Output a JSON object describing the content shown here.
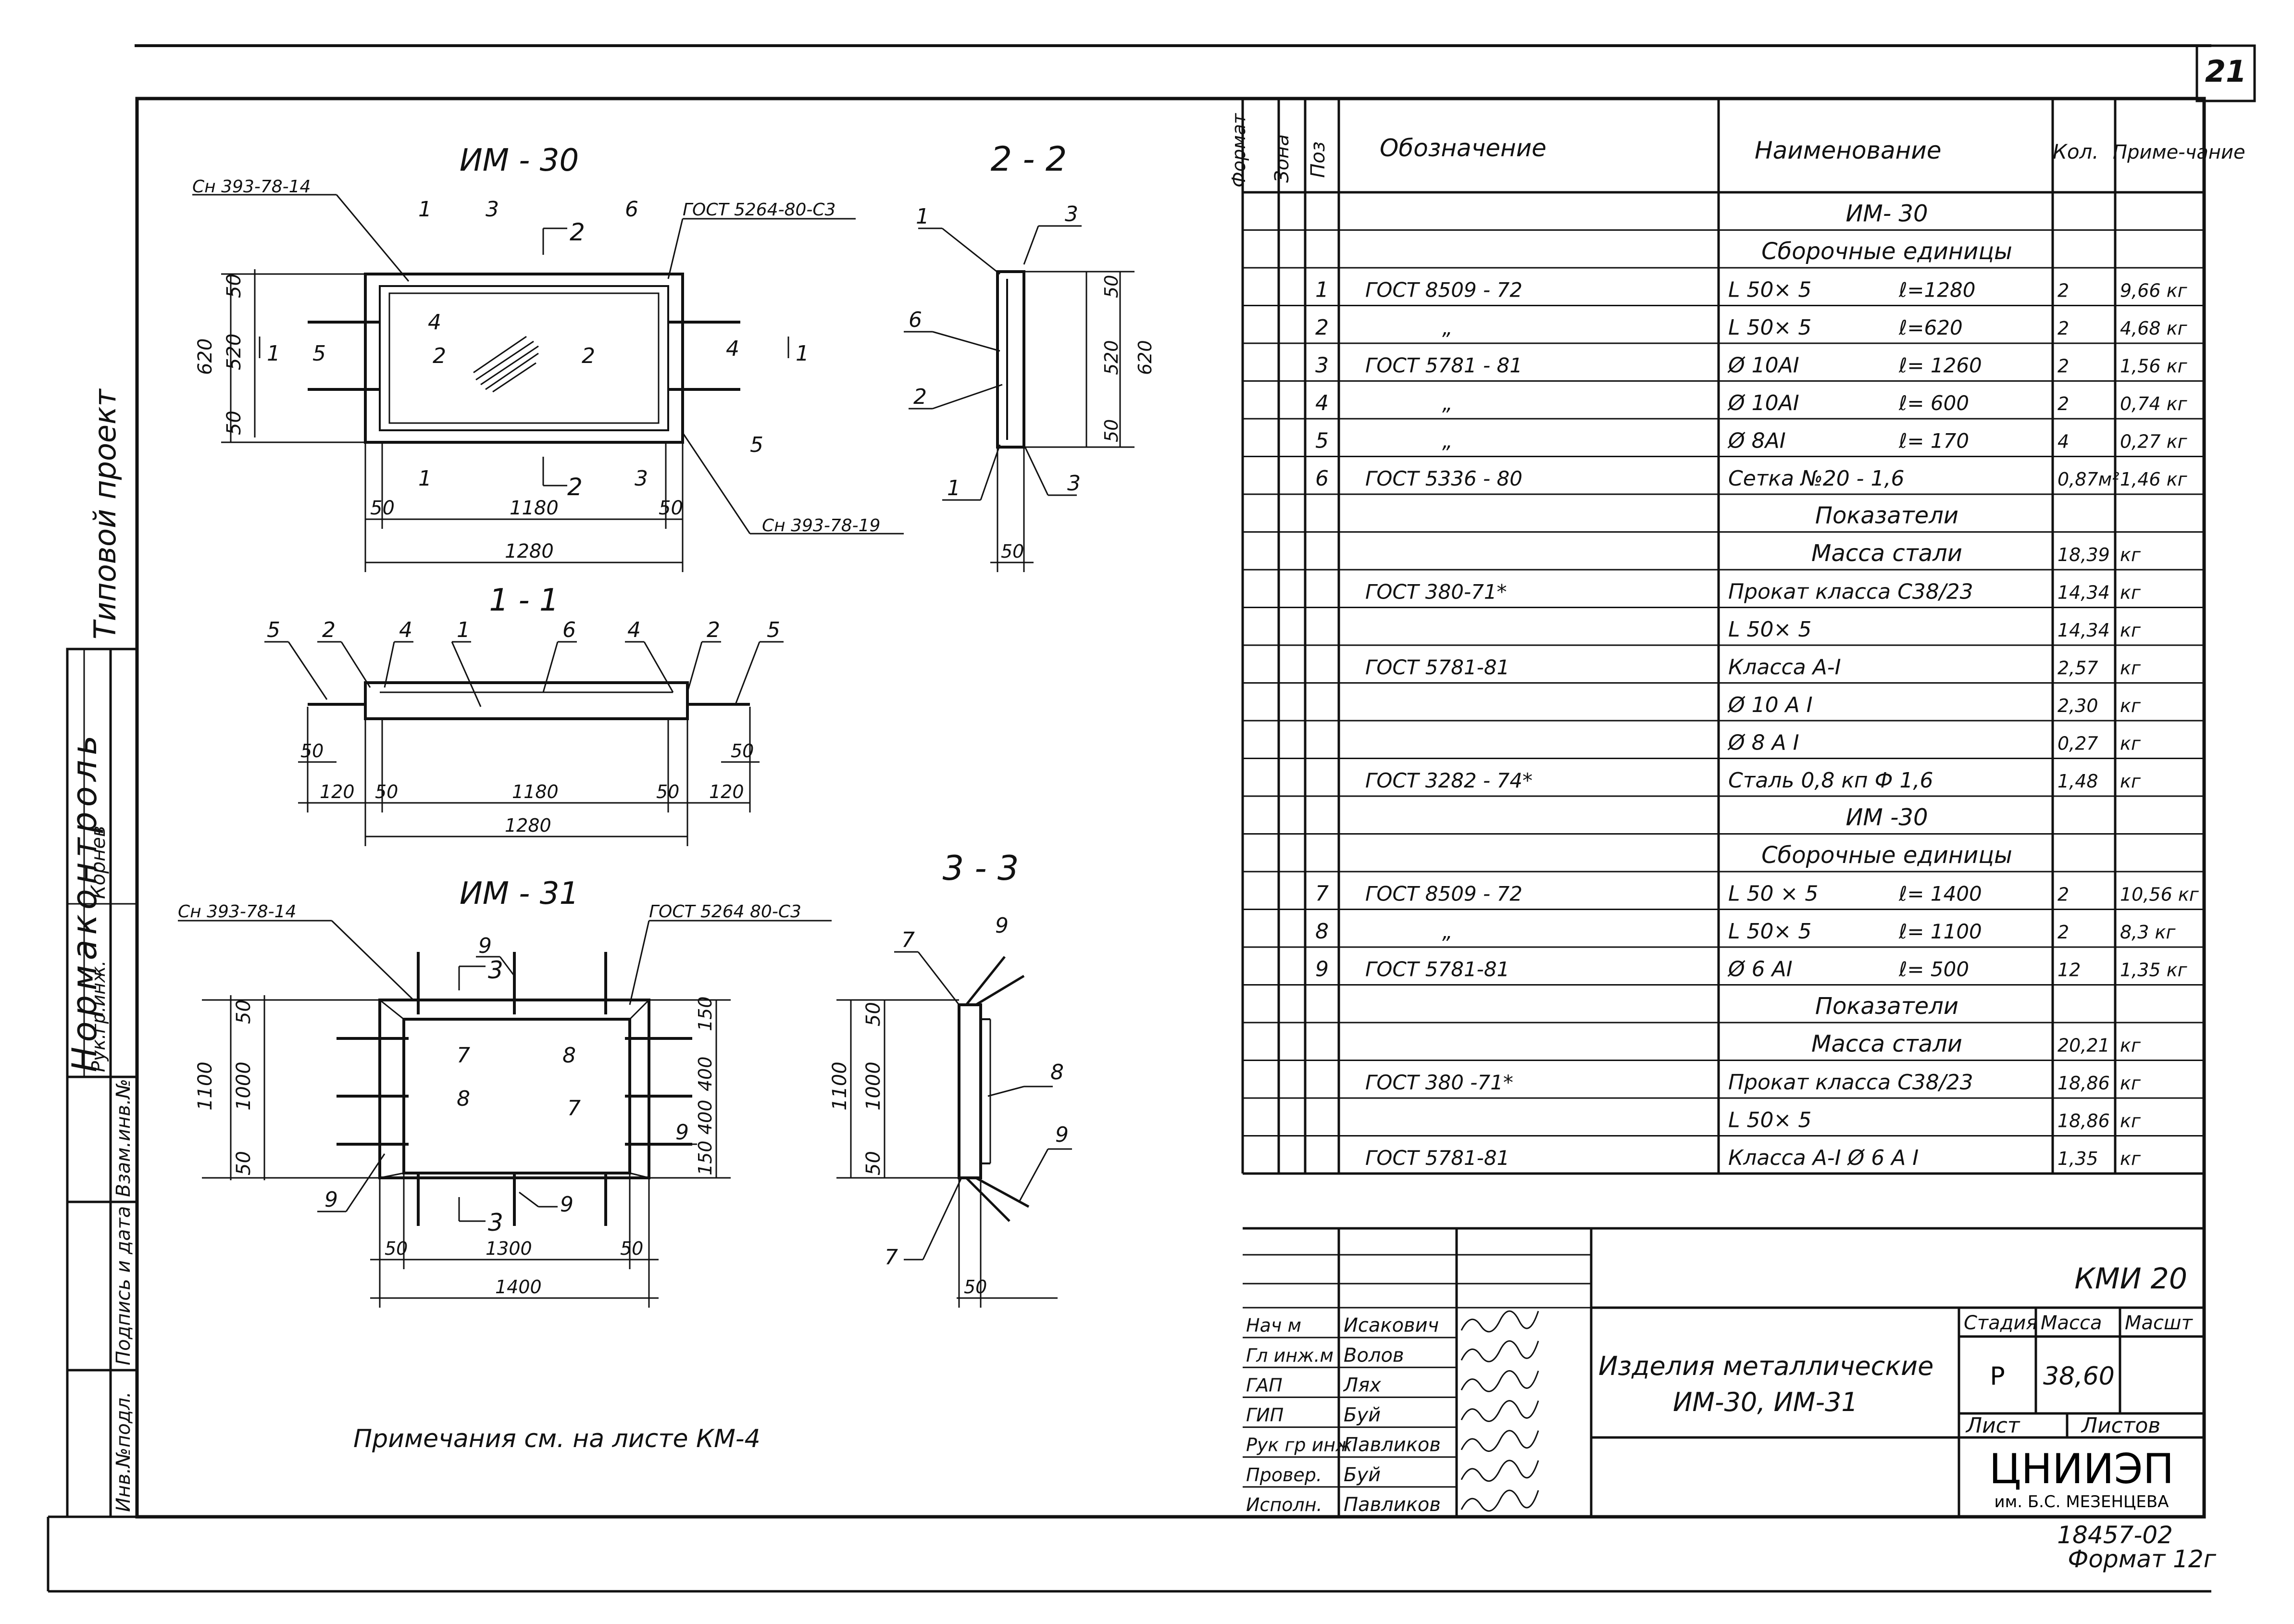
{
  "sheet": {
    "number": "21",
    "cipher": "КМИ 20",
    "stamp_number": "18457-02",
    "format": "Формат 12г"
  },
  "side_labels": {
    "project": "Типовой проект",
    "normcontrol": "Нормаконтроль",
    "rukgr": "Рук.гр.инж.",
    "rukgr_name": "Корнев",
    "blocks": [
      "Взам.инв.№",
      "Подпись и дата",
      "Инв.№подл."
    ]
  },
  "drawing": {
    "im30": {
      "title": "ИМ - 30",
      "ref_top_left": "Сн 393-78-14",
      "ref_top_right": "ГОСТ 5264-80-С3",
      "ref_bottom": "Сн 393-78-19",
      "dims_v": [
        "620",
        "520",
        "50",
        "50"
      ],
      "dims_h": [
        "50",
        "1180",
        "50",
        "1280"
      ],
      "pos": [
        "1",
        "3",
        "6",
        "4",
        "2",
        "2",
        "4",
        "5",
        "1",
        "3",
        "5"
      ],
      "cut2": "2",
      "cut1": "1"
    },
    "sec22": {
      "title": "2 - 2",
      "pos": [
        "1",
        "3",
        "6",
        "2",
        "1",
        "3"
      ],
      "dims": [
        "50",
        "520",
        "620",
        "50",
        "50"
      ]
    },
    "sec11": {
      "title": "1 - 1",
      "pos": [
        "5",
        "2",
        "4",
        "1",
        "6",
        "4",
        "2",
        "5"
      ],
      "dims": [
        "50",
        "120",
        "50",
        "1180",
        "50",
        "120",
        "50",
        "1280"
      ]
    },
    "im31": {
      "title": "ИМ - 31",
      "ref_left": "Сн 393-78-14",
      "ref_right": "ГОСТ 5264 80-С3",
      "dims_v": [
        "1100",
        "1000",
        "50",
        "50"
      ],
      "dims_r": [
        "150",
        "400",
        "400",
        "150"
      ],
      "dims_h": [
        "50",
        "1300",
        "50",
        "1400"
      ],
      "pos": [
        "9",
        "7",
        "8",
        "8",
        "7",
        "9",
        "9",
        "9"
      ],
      "cut": "3"
    },
    "sec33": {
      "title": "3 - 3",
      "pos": [
        "7",
        "9",
        "8",
        "9",
        "7"
      ],
      "dims": [
        "1100",
        "1000",
        "50",
        "50",
        "50"
      ]
    },
    "note": "Примечания см. на листе КМ-4"
  },
  "spec": {
    "headers": {
      "format": "Формат",
      "zone": "Зона",
      "pos": "Поз",
      "designation": "Обозначение",
      "name": "Наименование",
      "qty": "Кол.",
      "note": "Приме-чание"
    },
    "rows": [
      {
        "p": "",
        "d": "",
        "n": "ИМ- 30",
        "l": "",
        "q": "",
        "m": "",
        "c": true
      },
      {
        "p": "",
        "d": "",
        "n": "Сборочные единицы",
        "l": "",
        "q": "",
        "m": "",
        "c": true
      },
      {
        "p": "1",
        "d": "ГОСТ 8509 - 72",
        "n": "L 50× 5",
        "l": "ℓ=1280",
        "q": "2",
        "m": "9,66 кг"
      },
      {
        "p": "2",
        "d": "„",
        "n": "L 50× 5",
        "l": "ℓ=620",
        "q": "2",
        "m": "4,68 кг"
      },
      {
        "p": "3",
        "d": "ГОСТ 5781 - 81",
        "n": "Ø 10АI",
        "l": "ℓ= 1260",
        "q": "2",
        "m": "1,56 кг"
      },
      {
        "p": "4",
        "d": "„",
        "n": "Ø 10АI",
        "l": "ℓ= 600",
        "q": "2",
        "m": "0,74 кг"
      },
      {
        "p": "5",
        "d": "„",
        "n": "Ø 8АI",
        "l": "ℓ= 170",
        "q": "4",
        "m": "0,27 кг"
      },
      {
        "p": "6",
        "d": "ГОСТ 5336 - 80",
        "n": "Сетка №20 - 1,6",
        "l": "",
        "q": "0,87м²",
        "m": "1,46 кг"
      },
      {
        "p": "",
        "d": "",
        "n": "Показатели",
        "l": "",
        "q": "",
        "m": "",
        "c": true
      },
      {
        "p": "",
        "d": "",
        "n": "Масса стали",
        "l": "",
        "q": "18,39",
        "m": "кг",
        "c": true
      },
      {
        "p": "",
        "d": "ГОСТ 380-71*",
        "n": "Прокат класса С38/23",
        "l": "",
        "q": "14,34",
        "m": "кг"
      },
      {
        "p": "",
        "d": "",
        "n": "L 50× 5",
        "l": "",
        "q": "14,34",
        "m": "кг"
      },
      {
        "p": "",
        "d": "ГОСТ 5781-81",
        "n": "Класса А-I",
        "l": "",
        "q": "2,57",
        "m": "кг"
      },
      {
        "p": "",
        "d": "",
        "n": "Ø 10 А I",
        "l": "",
        "q": "2,30",
        "m": "кг"
      },
      {
        "p": "",
        "d": "",
        "n": "Ø 8 А I",
        "l": "",
        "q": "0,27",
        "m": "кг"
      },
      {
        "p": "",
        "d": "ГОСТ 3282 - 74*",
        "n": "Сталь 0,8 кп Ф 1,6",
        "l": "",
        "q": "1,48",
        "m": "кг"
      },
      {
        "p": "",
        "d": "",
        "n": "ИМ -30",
        "l": "",
        "q": "",
        "m": "",
        "c": true
      },
      {
        "p": "",
        "d": "",
        "n": "Сборочные единицы",
        "l": "",
        "q": "",
        "m": "",
        "c": true
      },
      {
        "p": "7",
        "d": "ГОСТ 8509 - 72",
        "n": "L 50 × 5",
        "l": "ℓ= 1400",
        "q": "2",
        "m": "10,56 кг"
      },
      {
        "p": "8",
        "d": "„",
        "n": "L 50× 5",
        "l": "ℓ= 1100",
        "q": "2",
        "m": "8,3 кг"
      },
      {
        "p": "9",
        "d": "ГОСТ 5781-81",
        "n": "Ø 6 АI",
        "l": "ℓ= 500",
        "q": "12",
        "m": "1,35 кг"
      },
      {
        "p": "",
        "d": "",
        "n": "Показатели",
        "l": "",
        "q": "",
        "m": "",
        "c": true
      },
      {
        "p": "",
        "d": "",
        "n": "Масса стали",
        "l": "",
        "q": "20,21",
        "m": "кг",
        "c": true
      },
      {
        "p": "",
        "d": "ГОСТ 380 -71*",
        "n": "Прокат класса С38/23",
        "l": "",
        "q": "18,86",
        "m": "кг"
      },
      {
        "p": "",
        "d": "",
        "n": "L 50× 5",
        "l": "",
        "q": "18,86",
        "m": "кг"
      },
      {
        "p": "",
        "d": "ГОСТ 5781-81",
        "n": "Класса А-I   Ø 6 А I",
        "l": "",
        "q": "1,35",
        "m": "кг"
      }
    ]
  },
  "title_block": {
    "signers": [
      {
        "role": "Нач м",
        "name": "Исакович"
      },
      {
        "role": "Гл инж.м",
        "name": "Волов"
      },
      {
        "role": "ГАП",
        "name": "Лях"
      },
      {
        "role": "ГИП",
        "name": "Буй"
      },
      {
        "role": "Рук гр инж",
        "name": "Павликов"
      },
      {
        "role": "Провер.",
        "name": "Буй"
      },
      {
        "role": "Исполн.",
        "name": "Павликов"
      }
    ],
    "title_line1": "Изделия металлические",
    "title_line2": "ИМ-30, ИМ-31",
    "stage_h": "Стадия",
    "mass_h": "Масса",
    "scale_h": "Масшт",
    "stage": "Р",
    "mass": "38,60",
    "sheet_h": "Лист",
    "sheets_h": "Листов",
    "org": "ЦНИИЭП",
    "org_sub": "им. Б.С. МЕЗЕНЦЕВА"
  }
}
